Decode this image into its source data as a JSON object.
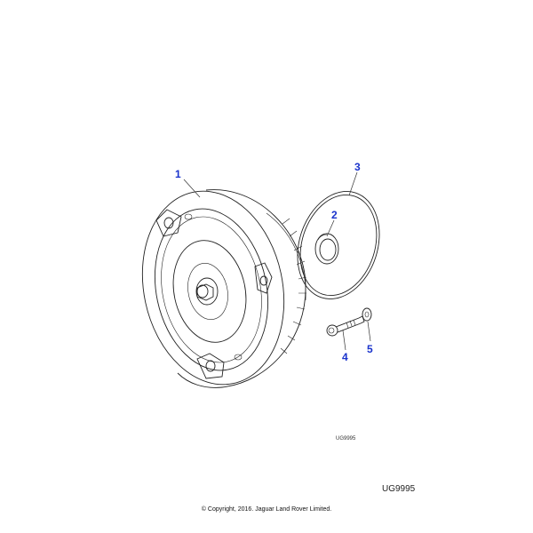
{
  "callouts": [
    {
      "number": "1",
      "part": "torque converter"
    },
    {
      "number": "2",
      "part": "seal"
    },
    {
      "number": "3",
      "part": "o-ring"
    },
    {
      "number": "4",
      "part": "bolt"
    },
    {
      "number": "5",
      "part": "washer"
    }
  ],
  "callout_color": "#1a33cc",
  "line_color": "#222222",
  "drawing_ref_small": "UG9995",
  "drawing_ref": "UG9995",
  "copyright": "© Copyright, 2016. Jaguar Land Rover Limited."
}
